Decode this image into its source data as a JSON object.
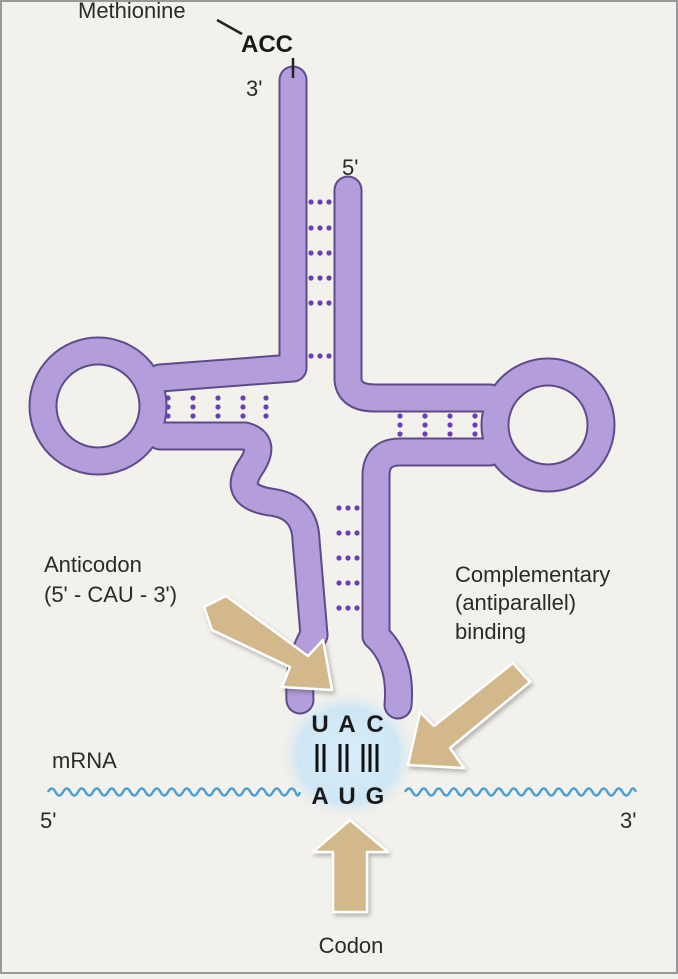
{
  "labels": {
    "amino_acid": "Methionine",
    "acceptor_seq": "ACC",
    "acceptor_3prime": "3'",
    "trna_5prime": "5'",
    "anticodon_title": "Anticodon",
    "anticodon_seq": "(5' - CAU - 3')",
    "binding_line1": "Complementary",
    "binding_line2": "(antiparallel)",
    "binding_line3": "binding",
    "mrna": "mRNA",
    "mrna_5prime": "5'",
    "mrna_3prime": "3'",
    "codon": "Codon"
  },
  "anticodon_bases": [
    "U",
    "A",
    "C"
  ],
  "codon_bases": [
    "A",
    "U",
    "G"
  ],
  "colors": {
    "background": "#f3f1ec",
    "trna": "#b39ddb",
    "trna_outline": "#5e4b8b",
    "base_pair_dots": "#6a3fb5",
    "arrow": "#d2b88a",
    "mrna": "#4a9fd6",
    "glow": "#bfe0f5"
  }
}
